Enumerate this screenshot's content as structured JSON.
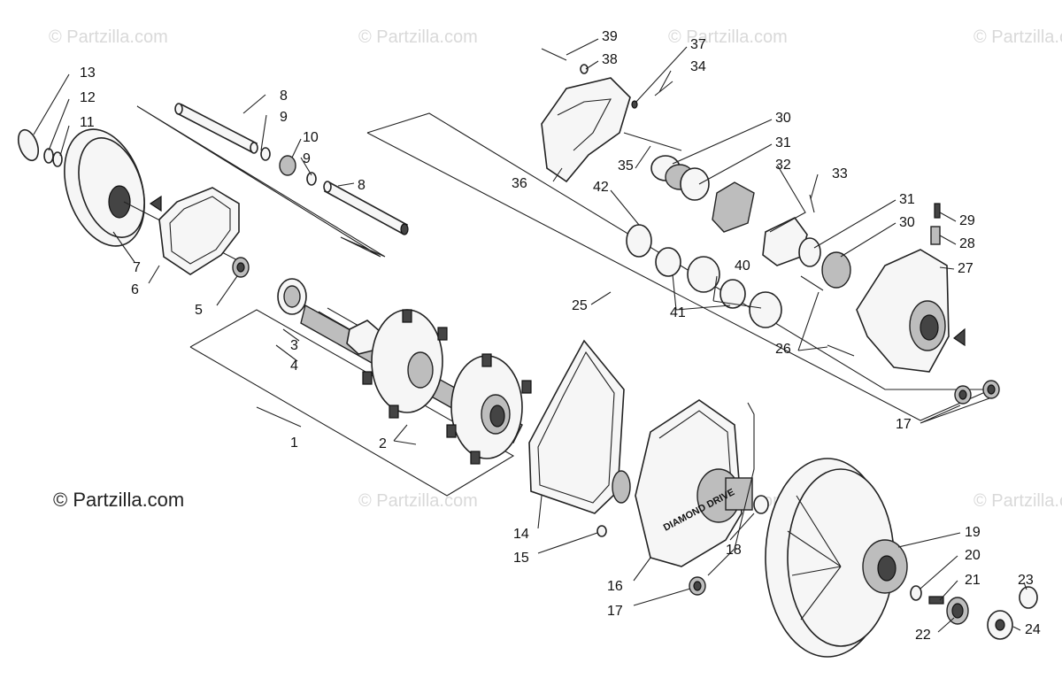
{
  "watermarks": {
    "repeat_text": "© Partzilla.com",
    "main_text": "© Partzilla.com"
  },
  "callouts": {
    "c1": "1",
    "c2": "2",
    "c3": "3",
    "c4": "4",
    "c5": "5",
    "c6": "6",
    "c7": "7",
    "c8a": "8",
    "c8b": "8",
    "c9a": "9",
    "c9b": "9",
    "c10": "10",
    "c11": "11",
    "c12": "12",
    "c13": "13",
    "c14": "14",
    "c15": "15",
    "c16": "16",
    "c17a": "17",
    "c17b": "17",
    "c18": "18",
    "c19": "19",
    "c20": "20",
    "c21": "21",
    "c22": "22",
    "c23": "23",
    "c24": "24",
    "c25": "25",
    "c26": "26",
    "c27": "27",
    "c28": "28",
    "c29": "29",
    "c30a": "30",
    "c30b": "30",
    "c31a": "31",
    "c31b": "31",
    "c32": "32",
    "c33": "33",
    "c34": "34",
    "c35": "35",
    "c36": "36",
    "c37": "37",
    "c38": "38",
    "c39": "39",
    "c40": "40",
    "c41": "41",
    "c42": "42"
  },
  "logo_text": "DIAMOND DRIVE"
}
